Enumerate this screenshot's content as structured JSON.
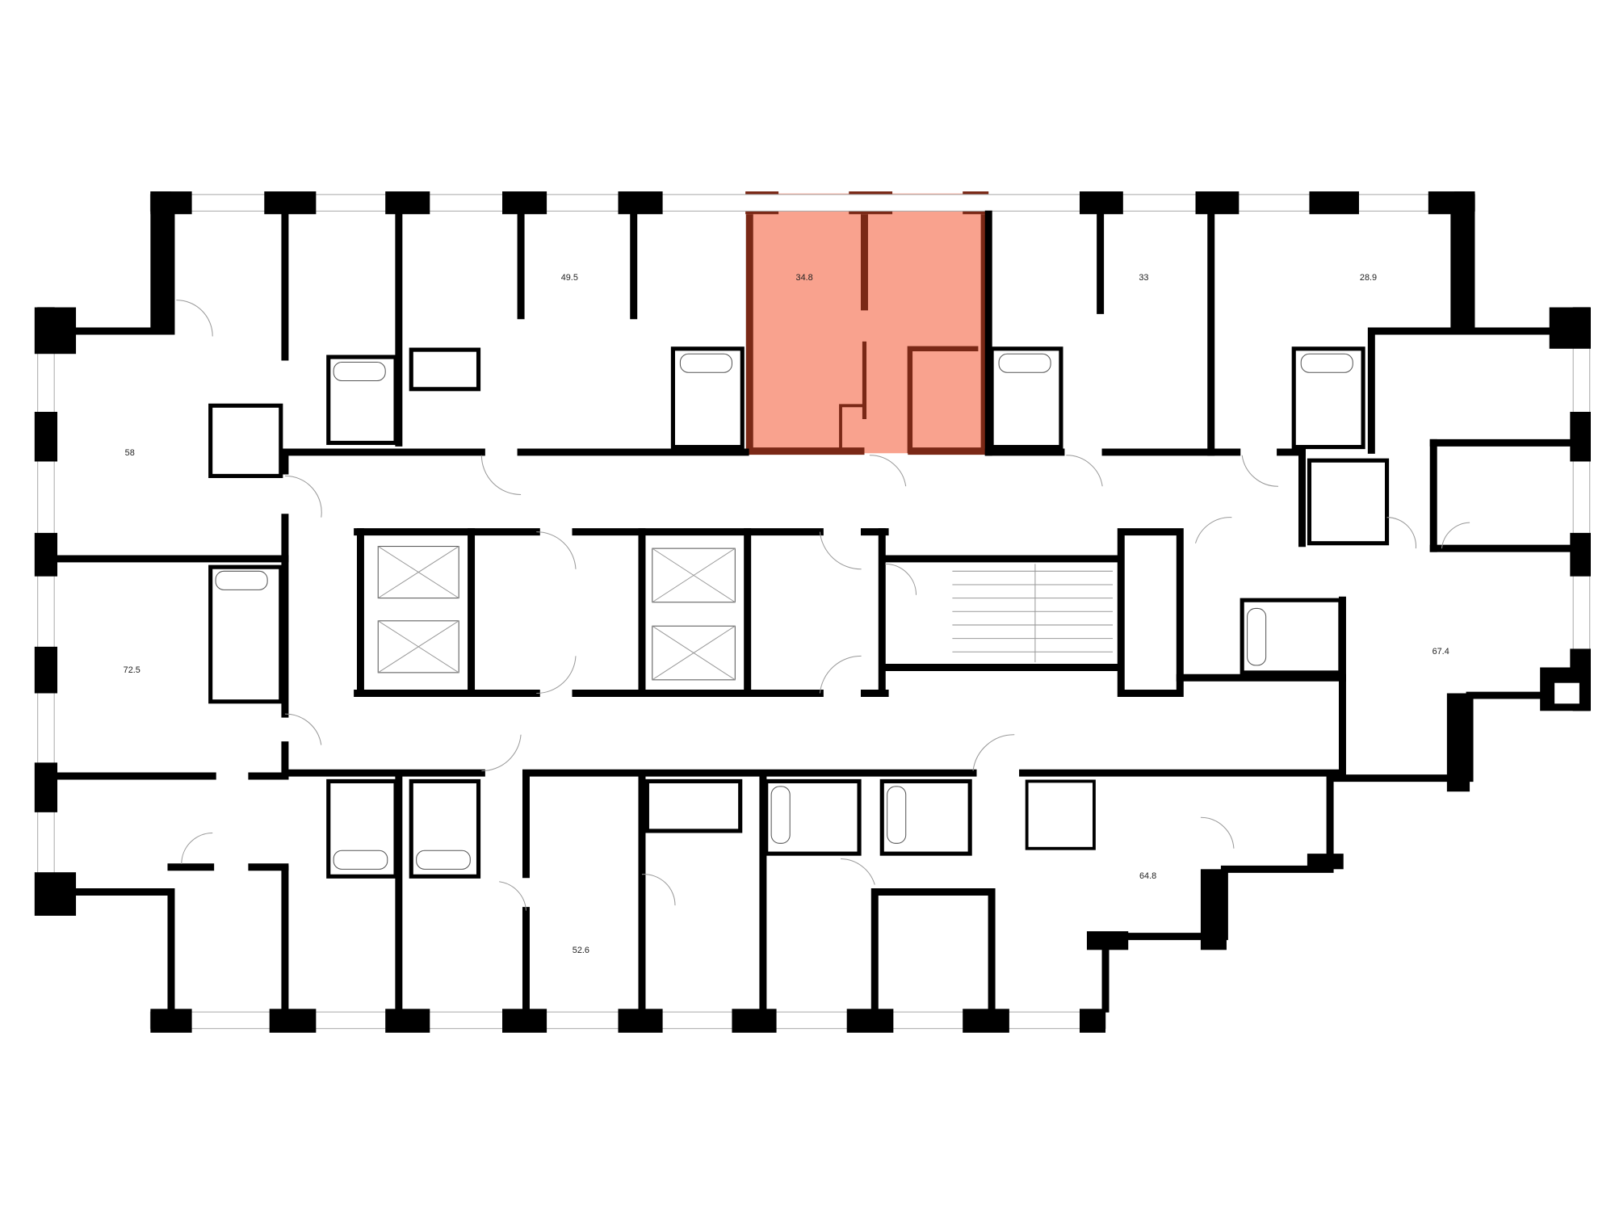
{
  "plan": {
    "title": "Floor plan",
    "highlight_color": "#F9A28E",
    "highlight_wall_color": "#7A2816",
    "apartments": [
      {
        "id": "apt-49-5",
        "area": "49.5"
      },
      {
        "id": "apt-34-8",
        "area": "34.8",
        "selected": true
      },
      {
        "id": "apt-33",
        "area": "33"
      },
      {
        "id": "apt-28-9",
        "area": "28.9"
      },
      {
        "id": "apt-58",
        "area": "58"
      },
      {
        "id": "apt-72-5",
        "area": "72.5"
      },
      {
        "id": "apt-67-4",
        "area": "67.4"
      },
      {
        "id": "apt-52-6",
        "area": "52.6"
      },
      {
        "id": "apt-64-8",
        "area": "64.8"
      }
    ]
  }
}
